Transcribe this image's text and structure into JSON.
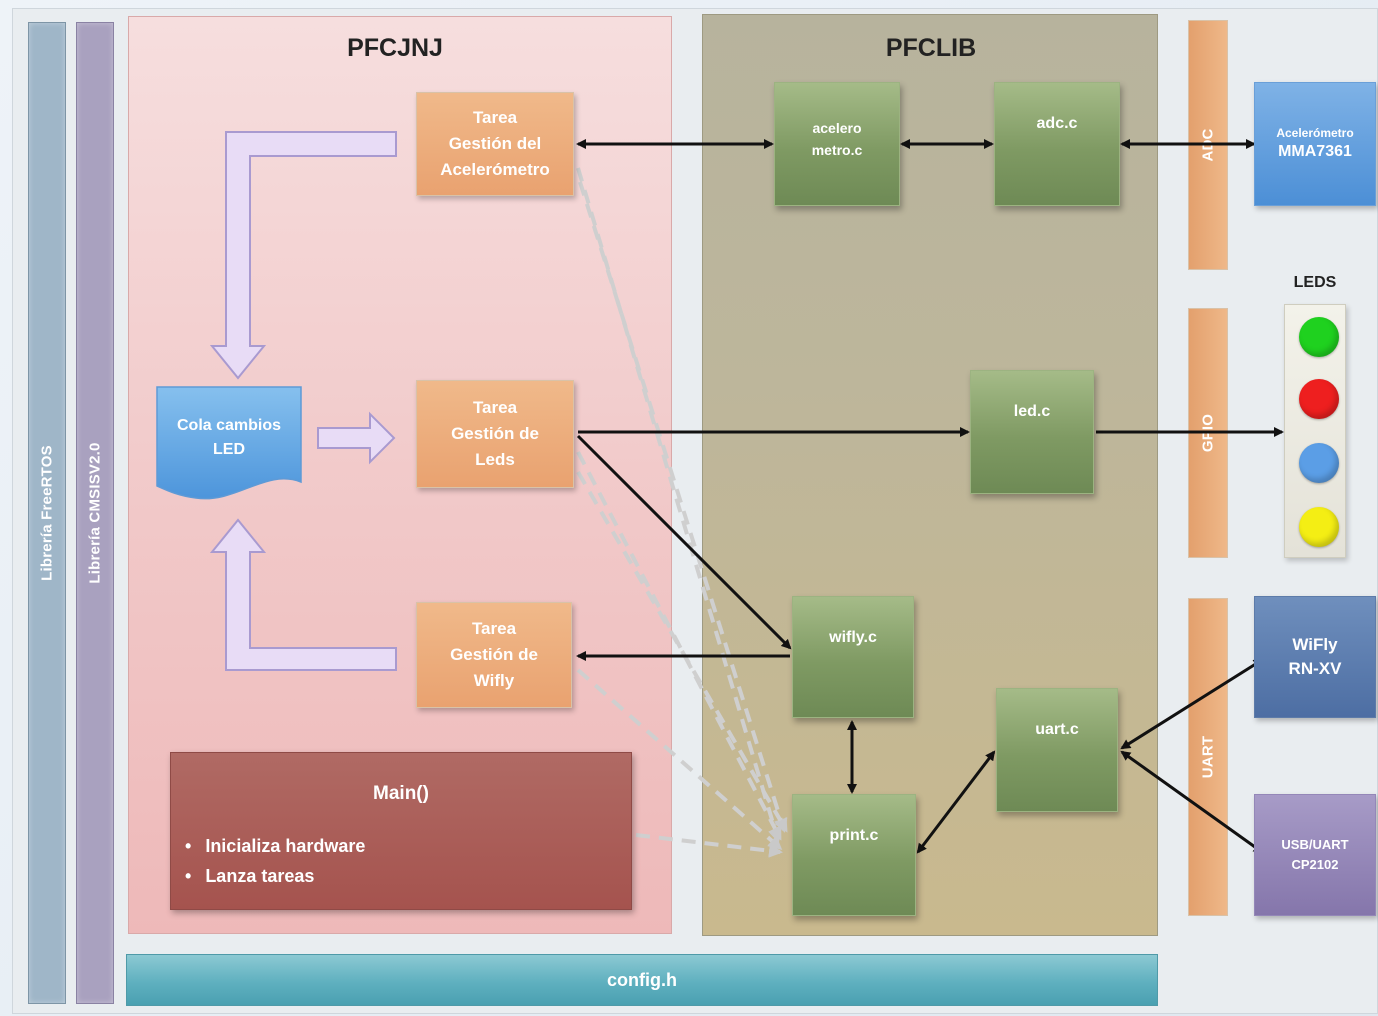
{
  "layers": {
    "freertos": "Librería FreeRTOS",
    "cmsis": "Librería CMSISV2.0"
  },
  "panels": {
    "pfcjnj": "PFCJNJ",
    "pfclib": "PFCLIB"
  },
  "pfcjnj": {
    "task_accel": "Tarea\nGestión del\nAcelerómetro",
    "task_leds": "Tarea\nGestión de\nLeds",
    "task_wifly": "Tarea\nGestión de\nWifly",
    "queue": "Cola cambios\nLED",
    "main_title": "Main()",
    "main_items": [
      "Inicializa  hardware",
      "Lanza tareas"
    ]
  },
  "pfclib": {
    "acelerometro": "acelero\nmetro.c",
    "adc": "adc.c",
    "led": "led.c",
    "wifly": "wifly.c",
    "print": "print.c",
    "uart": "uart.c"
  },
  "interfaces": {
    "adc": "ADC",
    "gpio": "GPIO",
    "uart": "UART"
  },
  "devices": {
    "accel_title": "Acelerómetro",
    "accel_model": "MMA7361",
    "leds_label": "LEDS",
    "wifly": "WiFly\nRN-XV",
    "usb": "USB/UART\nCP2102"
  },
  "led_colors": [
    "#1fd11f",
    "#ee1f1f",
    "#5b9ee6",
    "#f4ee14"
  ],
  "config": "config.h"
}
